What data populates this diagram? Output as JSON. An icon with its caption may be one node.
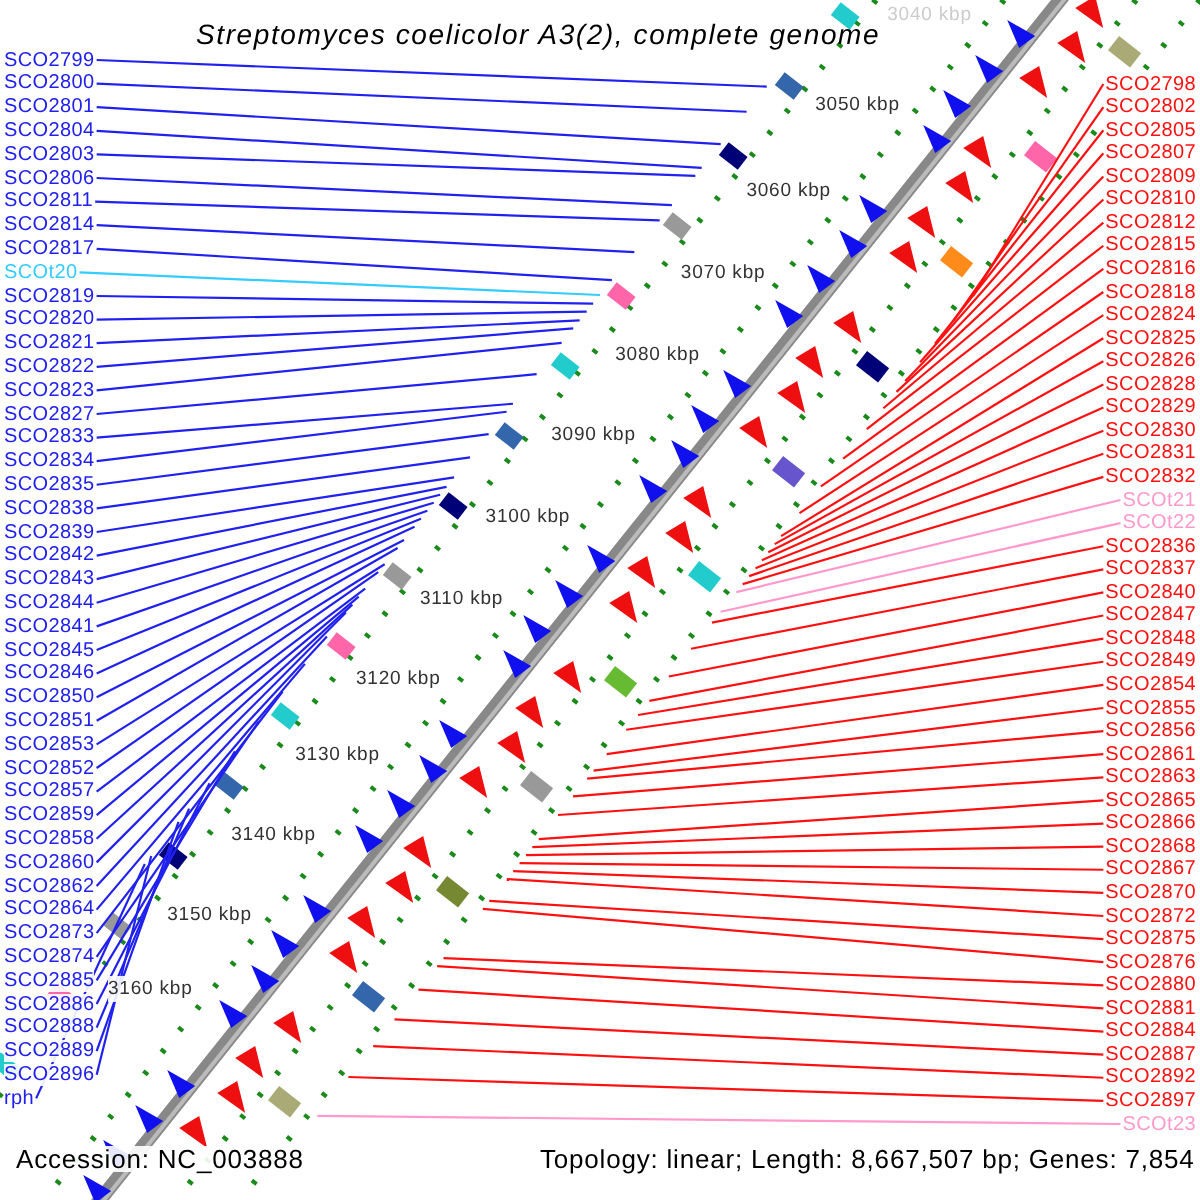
{
  "diagram": {
    "title": "Streptomyces coelicolor A3(2), complete genome",
    "nodes": [
      {
        "text": [
          "SCO2801"
        ]
      },
      {
        "text": [
          "SCO2799"
        ]
      },
      {
        "text": [
          "SCO2803"
        ]
      },
      {
        "text": [
          "SCO2800"
        ]
      },
      {
        "text": [
          "SCO2822"
        ]
      },
      {
        "text": [
          "SCO2804"
        ]
      },
      {
        "text": [
          "SCO2820"
        ]
      },
      {
        "text": [
          "SCO2806"
        ]
      },
      {
        "text": [
          "SCO2817"
        ]
      },
      {
        "text": [
          "SCO2811"
        ]
      },
      {
        "text": [
          "SCO2819"
        ]
      },
      {
        "text": [
          "SCO2814"
        ]
      },
      {
        "text": [
          "SCOt20"
        ]
      },
      {
        "text": [
          "SCO2821"
        ]
      },
      {
        "text": [
          "SCO2844"
        ]
      },
      {
        "text": [
          "SCO2823"
        ]
      },
      {
        "text": [
          "SCO2843"
        ]
      },
      {
        "text": [
          "SCO2833"
        ]
      },
      {
        "text": [
          "SCO2827"
        ]
      },
      {
        "text": [
          "SCO2842"
        ]
      },
      {
        "text": [
          "SCO2845"
        ]
      },
      {
        "text": [
          "SCO2838"
        ]
      },
      {
        "text": [
          "SCO2834"
        ]
      },
      {
        "text": [
          "SCO2835"
        ]
      },
      {
        "text": [
          "SCO2841"
        ]
      },
      {
        "text": [
          "SCO2859"
        ]
      },
      {
        "text": [
          "SCO2851"
        ]
      },
      {
        "text": [
          "SCO2839"
        ]
      },
      {
        "text": [
          "SCO2857"
        ]
      },
      {
        "text": [
          "SCO2850"
        ]
      },
      {
        "text": [
          "SCO2852"
        ]
      },
      {
        "text": [
          "SCO2846"
        ]
      },
      {
        "text": [
          "SCO2858"
        ]
      },
      {
        "text": [
          "SCO2853"
        ]
      },
      {
        "text": [
          "SCO2860"
        ]
      },
      {
        "text": [
          "SCO2862"
        ]
      },
      {
        "text": [
          "SCO2864"
        ]
      },
      {
        "text": [
          "SCO2873"
        ]
      },
      {
        "text": [
          "SCO2874"
        ]
      },
      {
        "text": [
          "SCO2888"
        ]
      },
      {
        "text": [
          "SCO2885"
        ]
      },
      {
        "text": [
          "SCO2886"
        ]
      },
      {
        "text": [
          "SCO2889"
        ]
      },
      {
        "text": [
          "SCO2896"
        ]
      },
      {
        "text": [
          "rph"
        ]
      },
      {
        "text": [
          "SCO2798"
        ]
      },
      {
        "text": [
          "SCO2802"
        ]
      },
      {
        "text": [
          "SCO2805"
        ]
      },
      {
        "text": [
          "SCO2807"
        ]
      },
      {
        "text": [
          "SCO2809"
        ]
      },
      {
        "text": [
          "SCO2810"
        ]
      },
      {
        "text": [
          "SCO2816"
        ]
      },
      {
        "text": [
          "SCO2818"
        ]
      },
      {
        "text": [
          "SCO2812"
        ]
      },
      {
        "text": [
          "SCO2824"
        ]
      },
      {
        "text": [
          "SCO2815"
        ]
      },
      {
        "text": [
          "SCOt21"
        ]
      },
      {
        "text": [
          "SCO2825"
        ]
      },
      {
        "text": [
          "SCO2826"
        ]
      },
      {
        "text": [
          "SCO2837"
        ]
      },
      {
        "text": [
          "SCO2828"
        ]
      },
      {
        "text": [
          "SCO2840"
        ]
      },
      {
        "text": [
          "SCOt22"
        ]
      },
      {
        "text": [
          "SCO2829"
        ]
      },
      {
        "text": [
          "SCO2836"
        ]
      },
      {
        "text": [
          "SCO2830"
        ]
      },
      {
        "text": [
          "SCO2849"
        ]
      },
      {
        "text": [
          "SCO2831"
        ]
      },
      {
        "text": [
          "SCO2847"
        ]
      },
      {
        "text": [
          "SCO2832"
        ]
      },
      {
        "text": [
          "SCO2848"
        ]
      },
      {
        "text": [
          "SCO2854"
        ]
      },
      {
        "text": [
          "SCO2855"
        ]
      },
      {
        "text": [
          "SCO2856"
        ]
      },
      {
        "text": [
          "SCO2867"
        ]
      },
      {
        "text": [
          "SCO2861"
        ]
      },
      {
        "text": [
          "SCO2870"
        ]
      },
      {
        "text": [
          "SCO2863"
        ]
      },
      {
        "text": [
          "SCO2872"
        ]
      },
      {
        "text": [
          "SCO2865"
        ]
      },
      {
        "text": [
          "SCO2884"
        ]
      },
      {
        "text": [
          "SCO2875"
        ]
      },
      {
        "text": [
          "SCO2866"
        ]
      },
      {
        "text": [
          "SCO2887"
        ]
      },
      {
        "text": [
          "SCO2880"
        ]
      },
      {
        "text": [
          "SCO2876"
        ]
      },
      {
        "text": [
          "SCO2868"
        ]
      },
      {
        "text": [
          "SCO2892"
        ]
      },
      {
        "text": [
          "SCO2881"
        ]
      },
      {
        "text": [
          "SCO2897"
        ]
      },
      {
        "text": [
          "SCOt23"
        ]
      }
    ],
    "edges": [
      {
        "from": 0,
        "to": null,
        "arrow": "none",
        "color": "#2020f0"
      },
      {
        "from": 1,
        "to": null,
        "arrow": "none",
        "color": "#2020f0"
      },
      {
        "from": 2,
        "to": null,
        "arrow": "none",
        "color": "#2020f0"
      },
      {
        "from": 3,
        "to": null,
        "arrow": "none",
        "color": "#2020f0"
      },
      {
        "from": 4,
        "to": null,
        "arrow": "none",
        "color": "#2020f0"
      },
      {
        "from": 5,
        "to": null,
        "arrow": "none",
        "color": "#2020f0"
      },
      {
        "from": 6,
        "to": null,
        "arrow": "none",
        "color": "#2020f0"
      },
      {
        "from": 7,
        "to": null,
        "arrow": "none",
        "color": "#2020f0"
      },
      {
        "from": 8,
        "to": null,
        "arrow": "none",
        "color": "#2020f0"
      },
      {
        "from": 9,
        "to": null,
        "arrow": "none",
        "color": "#2020f0"
      },
      {
        "from": 10,
        "to": null,
        "arrow": "none",
        "color": "#2020f0"
      },
      {
        "from": 11,
        "to": null,
        "arrow": "none",
        "color": "#2020f0"
      },
      {
        "from": 12,
        "to": null,
        "arrow": "none",
        "color": "#33ccff"
      },
      {
        "from": 13,
        "to": null,
        "arrow": "none",
        "color": "#2020f0"
      },
      {
        "from": 14,
        "to": null,
        "arrow": "none",
        "color": "#2020f0"
      },
      {
        "from": 15,
        "to": null,
        "arrow": "none",
        "color": "#2020f0"
      },
      {
        "from": 16,
        "to": null,
        "arrow": "none",
        "color": "#2020f0"
      },
      {
        "from": 17,
        "to": null,
        "arrow": "none",
        "color": "#2020f0"
      },
      {
        "from": 18,
        "to": null,
        "arrow": "none",
        "color": "#2020f0"
      },
      {
        "from": 19,
        "to": null,
        "arrow": "none",
        "color": "#2020f0"
      },
      {
        "from": 20,
        "to": null,
        "arrow": "none",
        "color": "#2020f0"
      },
      {
        "from": 21,
        "to": null,
        "arrow": "none",
        "color": "#2020f0"
      },
      {
        "from": 22,
        "to": null,
        "arrow": "none",
        "color": "#2020f0"
      },
      {
        "from": 23,
        "to": null,
        "arrow": "none",
        "color": "#2020f0"
      },
      {
        "from": 24,
        "to": null,
        "arrow": "none",
        "color": "#2020f0"
      },
      {
        "from": 25,
        "to": null,
        "arrow": "none",
        "color": "#2020f0"
      },
      {
        "from": 26,
        "to": null,
        "arrow": "none",
        "color": "#2020f0"
      },
      {
        "from": 27,
        "to": null,
        "arrow": "none",
        "color": "#2020f0"
      },
      {
        "from": 28,
        "to": null,
        "arrow": "none",
        "color": "#2020f0"
      },
      {
        "from": 29,
        "to": null,
        "arrow": "none",
        "color": "#2020f0"
      },
      {
        "from": 30,
        "to": null,
        "arrow": "none",
        "color": "#2020f0"
      },
      {
        "from": 31,
        "to": null,
        "arrow": "none",
        "color": "#2020f0"
      },
      {
        "from": 32,
        "to": null,
        "arrow": "none",
        "color": "#2020f0"
      },
      {
        "from": 33,
        "to": null,
        "arrow": "none",
        "color": "#2020f0"
      },
      {
        "from": 34,
        "to": null,
        "arrow": "none",
        "color": "#2020f0"
      },
      {
        "from": 35,
        "to": null,
        "arrow": "none",
        "color": "#2020f0"
      },
      {
        "from": 36,
        "to": null,
        "arrow": "none",
        "color": "#2020f0"
      },
      {
        "from": 37,
        "to": null,
        "arrow": "none",
        "color": "#2020f0"
      },
      {
        "from": 38,
        "to": null,
        "arrow": "none",
        "color": "#2020f0"
      },
      {
        "from": 39,
        "to": null,
        "arrow": "none",
        "color": "#2020f0"
      },
      {
        "from": 40,
        "to": null,
        "arrow": "none",
        "color": "#2020f0"
      },
      {
        "from": 41,
        "to": null,
        "arrow": "none",
        "color": "#2020f0"
      },
      {
        "from": 42,
        "to": null,
        "arrow": "none",
        "color": "#2020f0"
      },
      {
        "from": 43,
        "to": null,
        "arrow": "none",
        "color": "#2020f0"
      },
      {
        "from": 44,
        "to": null,
        "arrow": "none",
        "color": "#2020f0"
      },
      {
        "from": 45,
        "to": null,
        "arrow": "none",
        "color": "#ff1010"
      },
      {
        "from": 46,
        "to": null,
        "arrow": "none",
        "color": "#ff1010"
      },
      {
        "from": 47,
        "to": null,
        "arrow": "none",
        "color": "#ff1010"
      },
      {
        "from": 48,
        "to": null,
        "arrow": "none",
        "color": "#ff1010"
      },
      {
        "from": 49,
        "to": null,
        "arrow": "none",
        "color": "#ff1010"
      },
      {
        "from": 50,
        "to": null,
        "arrow": "none",
        "color": "#ff1010"
      },
      {
        "from": 51,
        "to": null,
        "arrow": "none",
        "color": "#ff1010"
      },
      {
        "from": 52,
        "to": null,
        "arrow": "none",
        "color": "#ff1010"
      },
      {
        "from": 53,
        "to": null,
        "arrow": "none",
        "color": "#ff1010"
      },
      {
        "from": 54,
        "to": null,
        "arrow": "none",
        "color": "#ff1010"
      },
      {
        "from": 55,
        "to": null,
        "arrow": "none",
        "color": "#ff1010"
      },
      {
        "from": 56,
        "to": null,
        "arrow": "none",
        "color": "#ff99cc"
      },
      {
        "from": 57,
        "to": null,
        "arrow": "none",
        "color": "#ff1010"
      },
      {
        "from": 58,
        "to": null,
        "arrow": "none",
        "color": "#ff1010"
      },
      {
        "from": 59,
        "to": null,
        "arrow": "none",
        "color": "#ff1010"
      },
      {
        "from": 60,
        "to": null,
        "arrow": "none",
        "color": "#ff1010"
      },
      {
        "from": 61,
        "to": null,
        "arrow": "none",
        "color": "#ff1010"
      },
      {
        "from": 62,
        "to": null,
        "arrow": "none",
        "color": "#ff99cc"
      },
      {
        "from": 63,
        "to": null,
        "arrow": "none",
        "color": "#ff1010"
      },
      {
        "from": 64,
        "to": null,
        "arrow": "none",
        "color": "#ff1010"
      },
      {
        "from": 65,
        "to": null,
        "arrow": "none",
        "color": "#ff1010"
      },
      {
        "from": 66,
        "to": null,
        "arrow": "none",
        "color": "#ff1010"
      },
      {
        "from": 67,
        "to": null,
        "arrow": "none",
        "color": "#ff1010"
      },
      {
        "from": 68,
        "to": null,
        "arrow": "none",
        "color": "#ff1010"
      },
      {
        "from": 69,
        "to": null,
        "arrow": "none",
        "color": "#ff1010"
      },
      {
        "from": 70,
        "to": null,
        "arrow": "none",
        "color": "#ff1010"
      },
      {
        "from": 71,
        "to": null,
        "arrow": "none",
        "color": "#ff1010"
      },
      {
        "from": 72,
        "to": null,
        "arrow": "none",
        "color": "#ff1010"
      },
      {
        "from": 73,
        "to": null,
        "arrow": "none",
        "color": "#ff1010"
      },
      {
        "from": 74,
        "to": null,
        "arrow": "none",
        "color": "#ff1010"
      },
      {
        "from": 75,
        "to": null,
        "arrow": "none",
        "color": "#ff1010"
      },
      {
        "from": 76,
        "to": null,
        "arrow": "none",
        "color": "#ff1010"
      },
      {
        "from": 77,
        "to": null,
        "arrow": "none",
        "color": "#ff1010"
      },
      {
        "from": 78,
        "to": null,
        "arrow": "none",
        "color": "#ff1010"
      },
      {
        "from": 79,
        "to": null,
        "arrow": "none",
        "color": "#ff1010"
      },
      {
        "from": 80,
        "to": null,
        "arrow": "none",
        "color": "#ff1010"
      },
      {
        "from": 81,
        "to": null,
        "arrow": "none",
        "color": "#ff1010"
      },
      {
        "from": 82,
        "to": null,
        "arrow": "none",
        "color": "#ff1010"
      },
      {
        "from": 83,
        "to": null,
        "arrow": "none",
        "color": "#ff1010"
      },
      {
        "from": 84,
        "to": null,
        "arrow": "none",
        "color": "#ff1010"
      },
      {
        "from": 85,
        "to": null,
        "arrow": "none",
        "color": "#ff1010"
      },
      {
        "from": 86,
        "to": null,
        "arrow": "none",
        "color": "#ff1010"
      },
      {
        "from": 87,
        "to": null,
        "arrow": "none",
        "color": "#ff1010"
      },
      {
        "from": 88,
        "to": null,
        "arrow": "none",
        "color": "#ff1010"
      },
      {
        "from": 89,
        "to": null,
        "arrow": "none",
        "color": "#ff1010"
      },
      {
        "from": 90,
        "to": null,
        "arrow": "none",
        "color": "#ff99cc"
      }
    ],
    "labels": [
      "3040 kbp",
      "3050 kbp",
      "3060 kbp",
      "3070 kbp",
      "3080 kbp",
      "3090 kbp",
      "3100 kbp",
      "3110 kbp",
      "3120 kbp",
      "3130 kbp",
      "3140 kbp",
      "3150 kbp",
      "3160 kbp",
      "Accession: NC_003888",
      "Topology: linear; Length: 8,667,507 bp; Genes: 7,854"
    ]
  }
}
